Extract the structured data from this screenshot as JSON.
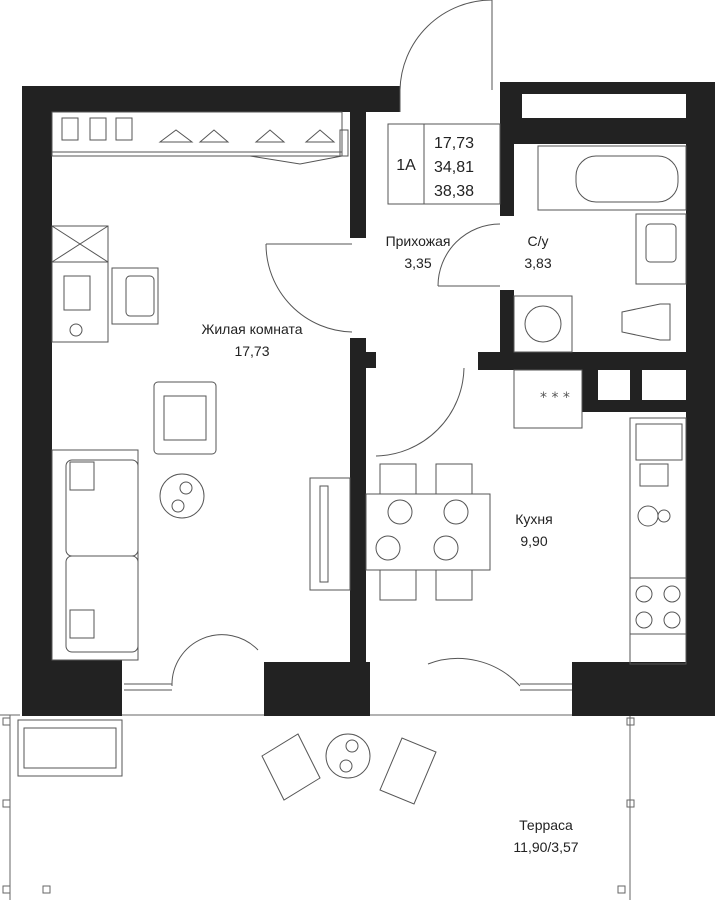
{
  "legend": {
    "apartment_code": "1A",
    "areas": [
      "17,73",
      "34,81",
      "38,38"
    ]
  },
  "rooms": {
    "living_room": {
      "name": "Жилая комната",
      "area": "17,73"
    },
    "hallway": {
      "name": "Прихожая",
      "area": "3,35"
    },
    "bathroom": {
      "name": "С/у",
      "area": "3,83"
    },
    "kitchen": {
      "name": "Кухня",
      "area": "9,90"
    },
    "terrace": {
      "name": "Терраса",
      "area": "11,90/3,57"
    }
  },
  "colors": {
    "wall": "#222222",
    "line": "#555555",
    "background": "#ffffff"
  }
}
